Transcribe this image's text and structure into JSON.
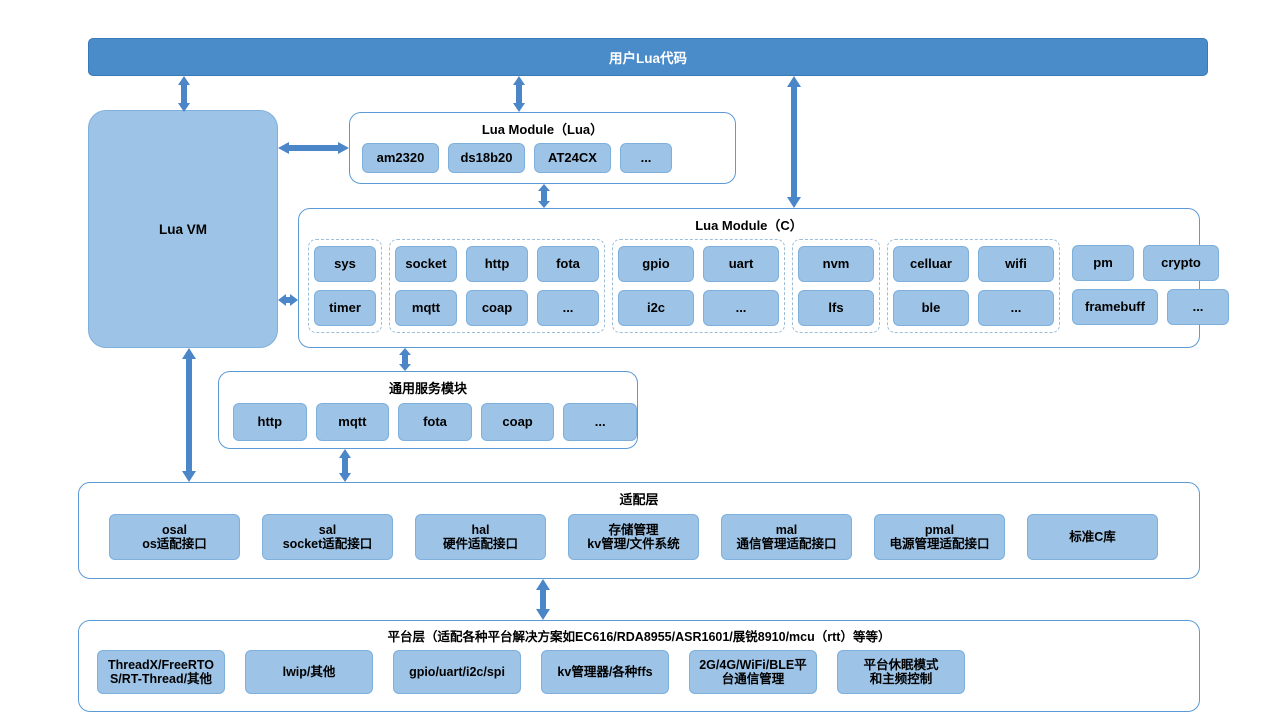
{
  "colors": {
    "header_bar": "#4A8BC9",
    "module_chip": "#9DC3E6",
    "panel_border": "#5B9BD5",
    "dashed_group_border": "#9BBEDB",
    "arrow": "#4A86C8"
  },
  "top_bar": {
    "label": "用户Lua代码"
  },
  "lua_vm": {
    "label": "Lua VM"
  },
  "lua_module_lua": {
    "title": "Lua Module（Lua）",
    "items": [
      "am2320",
      "ds18b20",
      "AT24CX",
      "..."
    ]
  },
  "lua_module_c": {
    "title": "Lua Module（C）",
    "groups": [
      {
        "dashed": true,
        "rows": [
          [
            "sys"
          ],
          [
            "timer"
          ]
        ]
      },
      {
        "dashed": true,
        "rows": [
          [
            "socket",
            "http",
            "fota"
          ],
          [
            "mqtt",
            "coap",
            "..."
          ]
        ]
      },
      {
        "dashed": true,
        "rows": [
          [
            "gpio",
            "uart"
          ],
          [
            "i2c",
            "..."
          ]
        ]
      },
      {
        "dashed": true,
        "rows": [
          [
            "nvm"
          ],
          [
            "lfs"
          ]
        ]
      },
      {
        "dashed": true,
        "rows": [
          [
            "celluar",
            "wifi"
          ],
          [
            "ble",
            "..."
          ]
        ]
      },
      {
        "dashed": false,
        "rows": [
          [
            "pm",
            "crypto"
          ],
          [
            "framebuff",
            "..."
          ]
        ]
      }
    ]
  },
  "common_service": {
    "title": "通用服务模块",
    "items": [
      "http",
      "mqtt",
      "fota",
      "coap",
      "..."
    ]
  },
  "adaptation_layer": {
    "title": "适配层",
    "items": [
      {
        "line1": "osal",
        "line2": "os适配接口"
      },
      {
        "line1": "sal",
        "line2": "socket适配接口"
      },
      {
        "line1": "hal",
        "line2": "硬件适配接口"
      },
      {
        "line1": "存储管理",
        "line2": "kv管理/文件系统"
      },
      {
        "line1": "mal",
        "line2": "通信管理适配接口"
      },
      {
        "line1": "pmal",
        "line2": "电源管理适配接口"
      },
      {
        "line1": "标准C库",
        "line2": ""
      }
    ]
  },
  "platform_layer": {
    "title": "平台层（适配各种平台解决方案如EC616/RDA8955/ASR1601/展锐8910/mcu（rtt）等等）",
    "items": [
      {
        "line1": "ThreadX/FreeRTO",
        "line2": "S/RT-Thread/其他"
      },
      {
        "line1": "lwip/其他",
        "line2": ""
      },
      {
        "line1": "gpio/uart/i2c/spi",
        "line2": ""
      },
      {
        "line1": "kv管理器/各种ffs",
        "line2": ""
      },
      {
        "line1": "2G/4G/WiFi/BLE平",
        "line2": "台通信管理"
      },
      {
        "line1": "平台休眠模式",
        "line2": "和主频控制"
      }
    ]
  },
  "connectors": [
    {
      "name": "topbar-to-luavm",
      "direction": "both",
      "orientation": "vertical"
    },
    {
      "name": "topbar-to-lua-module",
      "direction": "both",
      "orientation": "vertical"
    },
    {
      "name": "topbar-to-c-module",
      "direction": "both",
      "orientation": "vertical"
    },
    {
      "name": "luavm-to-lua-module",
      "direction": "both",
      "orientation": "horizontal"
    },
    {
      "name": "luavm-to-c-module",
      "direction": "both",
      "orientation": "horizontal"
    },
    {
      "name": "lua-module-to-c-module",
      "direction": "both",
      "orientation": "vertical"
    },
    {
      "name": "luavm-to-adaptation",
      "direction": "both",
      "orientation": "vertical"
    },
    {
      "name": "c-module-to-service",
      "direction": "both",
      "orientation": "vertical"
    },
    {
      "name": "service-to-adaptation",
      "direction": "both",
      "orientation": "vertical"
    },
    {
      "name": "adaptation-to-platform",
      "direction": "both",
      "orientation": "vertical"
    }
  ]
}
